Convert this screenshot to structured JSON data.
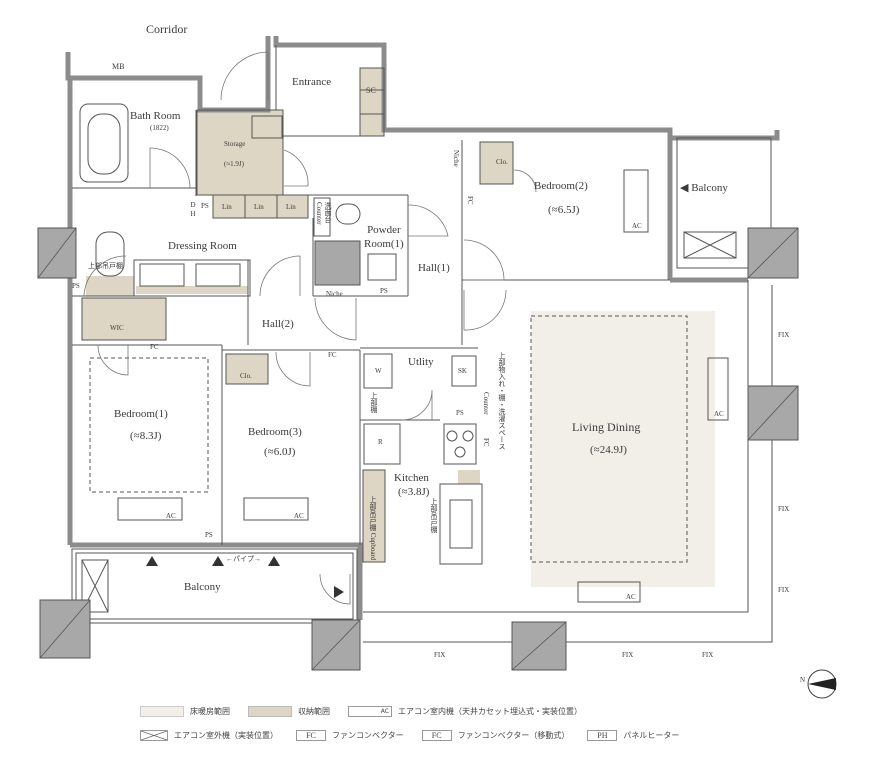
{
  "colors": {
    "wall": "#8c8c8c",
    "floor_heating": "#f2efe8",
    "storage": "#ddd6c4",
    "line": "#555555"
  },
  "labels": {
    "corridor": "Corridor",
    "mb": "MB",
    "entrance": "Entrance",
    "sc": "SC",
    "bath_room": "Bath Room",
    "bath_size": "(1822)",
    "storage": "Storage",
    "storage_size": "(≈1.9J)",
    "dh": "D H",
    "ps": "PS",
    "lin": "Lin",
    "counter": "Counter",
    "wash_counter": "洗面台",
    "powder_room": "Powder\nRoom(1)",
    "dressing_room": "Dressing Room",
    "upper_storage": "上部吊戸棚",
    "niche": "Niche",
    "hall1": "Hall(1)",
    "hall2": "Hall(2)",
    "wic": "WIC",
    "fc": "FC",
    "clo": "Clo.",
    "bedroom1": "Bedroom(1)",
    "bedroom1_size": "(≈8.3J)",
    "ac": "AC",
    "bedroom2": "Bedroom(2)",
    "bedroom2_size": "(≈6.5J)",
    "bedroom3": "Bedroom(3)",
    "bedroom3_size": "(≈6.0J)",
    "balcony": "Balcony",
    "balcony_top": "◀ Balcony",
    "pipe_space": "←パイプ→",
    "utility": "Utlity",
    "w": "W",
    "sk": "SK",
    "upper_shelf": "上部棚",
    "r": "R",
    "kitchen": "Kitchen",
    "kitchen_size": "(≈3.8J)",
    "cupboard": "上部吊戸棚 Cupboard",
    "upper_cabinet": "上部吊戸棚",
    "ld_storage": "上部物入れ・棚・洗濯スペース",
    "living_dining": "Living Dining",
    "ld_size": "(≈24.9J)",
    "fix": "FIX",
    "n": "N"
  },
  "legend": [
    {
      "swatch": "floor",
      "text": "床暖房範囲"
    },
    {
      "swatch": "storage",
      "text": "収納範囲"
    },
    {
      "swatch": "ac",
      "code": "AC",
      "text": "エアコン室内機（天井カセット埋込式・実装位置）"
    },
    {
      "swatch": "acout",
      "text": "エアコン室外機（実装位置）"
    },
    {
      "swatch": "fc",
      "code": "FC",
      "text": "ファンコンベクター"
    },
    {
      "swatch": "fc2",
      "code": "FC",
      "text": "ファンコンベクター（移動式）"
    },
    {
      "swatch": "ph",
      "code": "PH",
      "text": "パネルヒーター"
    }
  ]
}
